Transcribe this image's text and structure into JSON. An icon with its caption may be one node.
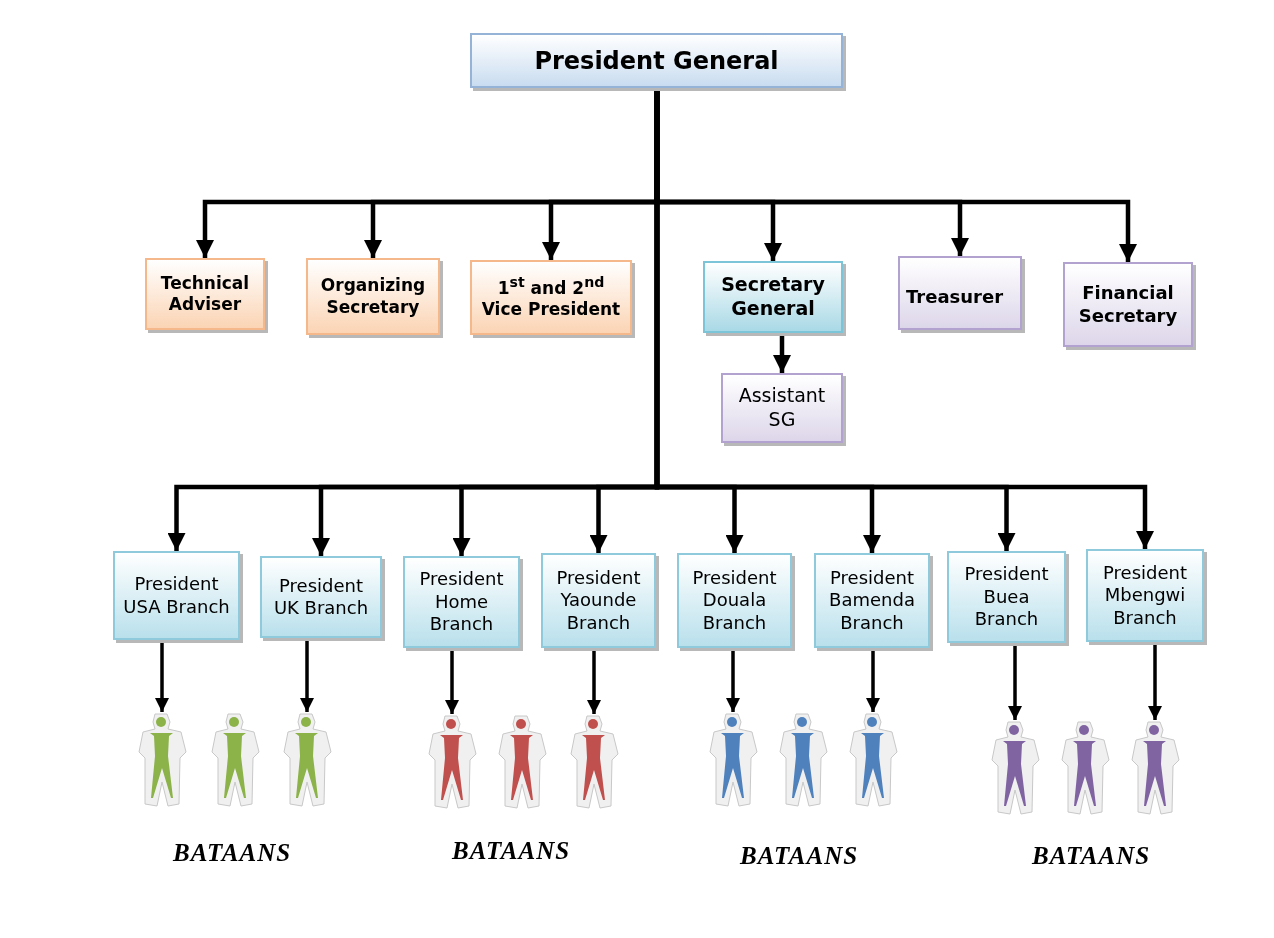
{
  "diagram": {
    "nodes": [
      {
        "text": [
          "President General"
        ]
      },
      {
        "text": [
          "Technical Adviser"
        ]
      },
      {
        "text": [
          "Organizing Secretary"
        ]
      },
      {
        "text": [
          "1$^{st}$ and 2$^{nd}$ Vice President"
        ]
      },
      {
        "text": [
          "Secretary General"
        ]
      },
      {
        "text": [
          "Treasurer"
        ]
      },
      {
        "text": [
          "Financial Secretary"
        ]
      },
      {
        "text": [
          "Assistant SG"
        ]
      },
      {
        "text": [
          "President USA Branch"
        ]
      },
      {
        "text": [
          "President UK Branch"
        ]
      },
      {
        "text": [
          "President Home Branch"
        ]
      },
      {
        "text": [
          "President Yaounde Branch"
        ]
      },
      {
        "text": [
          "President Douala Branch"
        ]
      },
      {
        "text": [
          "President Bamenda Branch"
        ]
      },
      {
        "text": [
          "President Buea Branch"
        ]
      },
      {
        "text": [
          "President Mbengwi Branch"
        ]
      },
      {
        "text": [],
        "shape": "person"
      },
      {
        "text": [],
        "shape": "person"
      },
      {
        "text": [],
        "shape": "person"
      },
      {
        "text": [],
        "shape": "person"
      },
      {
        "text": [],
        "shape": "person"
      },
      {
        "text": [],
        "shape": "person"
      },
      {
        "text": [],
        "shape": "person"
      },
      {
        "text": [],
        "shape": "person"
      },
      {
        "text": [],
        "shape": "person"
      },
      {
        "text": [],
        "shape": "person"
      },
      {
        "text": [],
        "shape": "person"
      },
      {
        "text": [],
        "shape": "person"
      }
    ],
    "edges": [
      {
        "from": 0,
        "to": 1,
        "arrow": "to"
      },
      {
        "from": 0,
        "to": 2,
        "arrow": "to"
      },
      {
        "from": 0,
        "to": 3,
        "arrow": "to"
      },
      {
        "from": 0,
        "to": 4,
        "arrow": "to"
      },
      {
        "from": 0,
        "to": 5,
        "arrow": "to"
      },
      {
        "from": 0,
        "to": 6,
        "arrow": "to"
      },
      {
        "from": 0,
        "to": 8,
        "arrow": "to"
      },
      {
        "from": 0,
        "to": 9,
        "arrow": "to"
      },
      {
        "from": 0,
        "to": 10,
        "arrow": "to"
      },
      {
        "from": 0,
        "to": 11,
        "arrow": "to"
      },
      {
        "from": 0,
        "to": 12,
        "arrow": "to"
      },
      {
        "from": 0,
        "to": 13,
        "arrow": "to"
      },
      {
        "from": 0,
        "to": 14,
        "arrow": "to"
      },
      {
        "from": 0,
        "to": 15,
        "arrow": "to"
      },
      {
        "from": 4,
        "to": 7,
        "arrow": "to"
      },
      {
        "from": 8,
        "to": 16,
        "arrow": "to"
      },
      {
        "from": 9,
        "to": 18,
        "arrow": "to"
      },
      {
        "from": 10,
        "to": 19,
        "arrow": "to"
      },
      {
        "from": 11,
        "to": 21,
        "arrow": "to"
      },
      {
        "from": 12,
        "to": 22,
        "arrow": "to"
      },
      {
        "from": 13,
        "to": 24,
        "arrow": "to"
      },
      {
        "from": 14,
        "to": 25,
        "arrow": "to"
      },
      {
        "from": 15,
        "to": 27,
        "arrow": "to"
      }
    ],
    "labels": [
      "BATAANS",
      "BATAANS",
      "BATAANS",
      "BATAANS"
    ]
  }
}
